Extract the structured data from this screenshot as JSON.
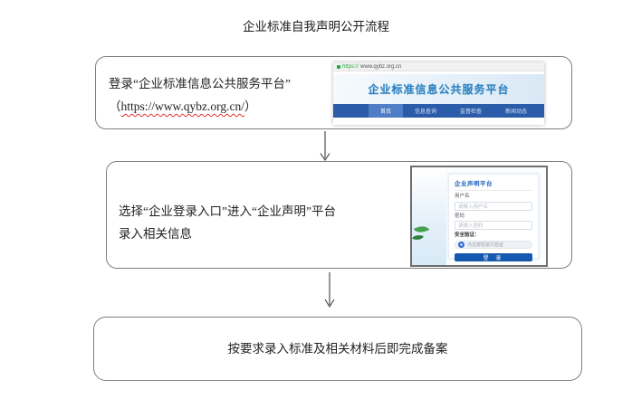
{
  "page": {
    "title": "企业标准自我声明公开流程"
  },
  "flow": {
    "step1": {
      "line1": "登录“企业标准信息公共服务平台”",
      "paren_open": "（",
      "url": "https://www.qybz.org.cn/",
      "paren_close": "）",
      "screenshot": {
        "address_protocol": "https://",
        "address_host": "www.qybz.org.cn",
        "banner_title": "企业标准信息公共服务平台",
        "nav_items": [
          "首页",
          "信息查询",
          "监督检查",
          "新闻动态"
        ],
        "colors": {
          "nav_bg": "#2a5caa",
          "nav_active_bg": "#4f7ec6",
          "banner_text": "#2d7fc4"
        }
      }
    },
    "step2": {
      "line1": "选择“企业登录入口”进入“企业声明”平台",
      "line2": "录入相关信息",
      "login": {
        "title": "企业声明平台",
        "username_label": "用户名",
        "username_placeholder": "请输入用户名",
        "password_label": "密码",
        "password_placeholder": "请输入密码",
        "captcha_label": "安全验证：",
        "captcha_text": "点击按钮进行验证",
        "submit_label": "登 录",
        "colors": {
          "primary": "#1558b0",
          "leaf_green": "#45a24e"
        }
      }
    },
    "step3": {
      "text": "按要求录入标准及相关材料后即完成备案"
    },
    "misc": {
      "url_underline_color": "#e03131",
      "box_border_color": "#7e7e7e"
    }
  }
}
